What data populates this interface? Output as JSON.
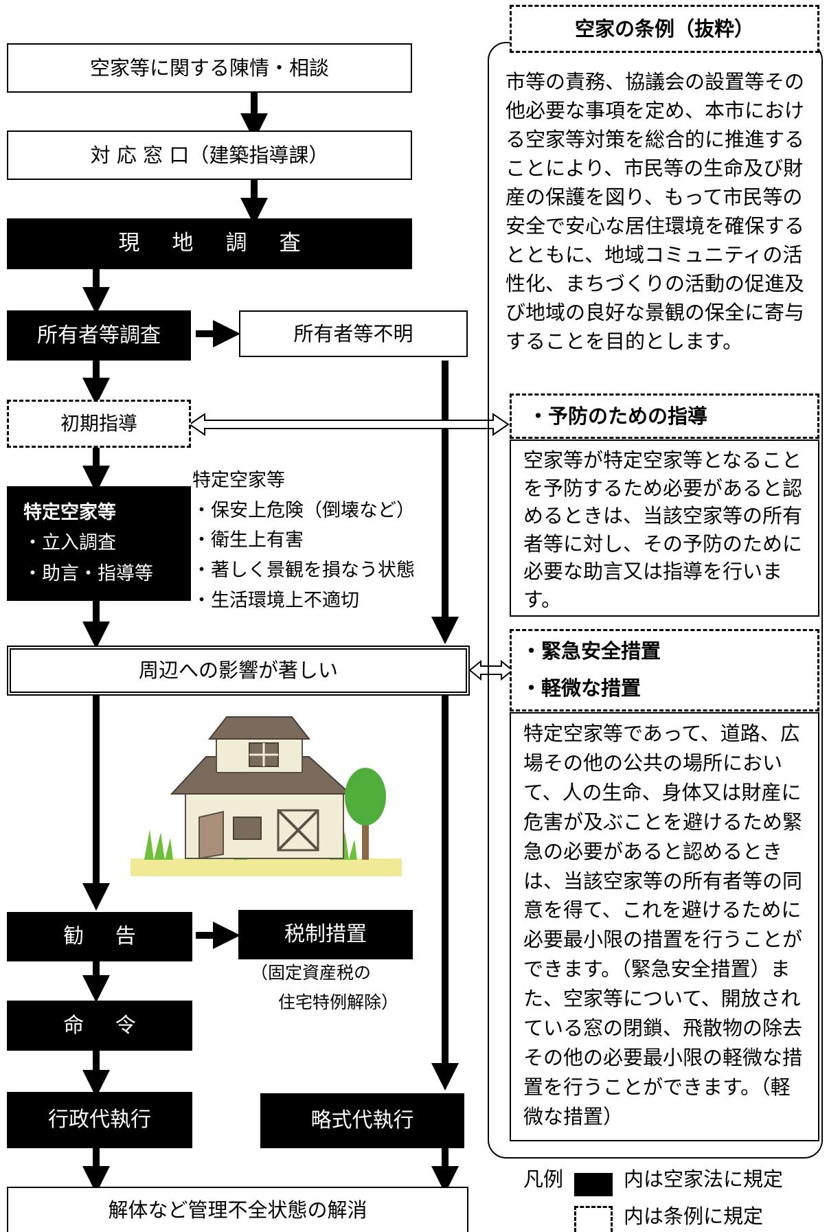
{
  "flow": {
    "consult": "空家等に関する陳情・相談",
    "counter": "対 応 窓 口（建築指導課）",
    "survey": "現 地 調 査",
    "owner_survey": "所有者等調査",
    "owner_unknown": "所有者等不明",
    "initial_guidance": "初期指導",
    "specified": {
      "title": "特定空家等",
      "line1": "・立入調査",
      "line2": "・助言・指導等"
    },
    "criteria": {
      "title": "特定空家等",
      "items": [
        "・保安上危険（倒壊など）",
        "・衛生上有害",
        "・著しく景観を損なう状態",
        "・生活環境上不適切"
      ]
    },
    "significant_impact": "周辺への影響が著しい",
    "recommendation": "勧 告",
    "tax": "税制措置",
    "tax_note_1": "（固定資産税の",
    "tax_note_2": "住宅特例解除）",
    "order": "命 令",
    "admin_execution": "行政代執行",
    "simplified_execution": "略式代執行",
    "resolution": "解体など管理不全状態の解消"
  },
  "ordinance": {
    "title": "空家の条例（抜粋）",
    "purpose": "市等の責務、協議会の設置等その他必要な事項を定め、本市における空家等対策を総合的に推進することにより、市民等の生命及び財産の保護を図り、もって市民等の安全で安心な居住環境を確保するとともに、地域コミュニティの活性化、まちづくりの活動の促進及び地域の良好な景観の保全に寄与することを目的とします。",
    "prevention_title": "・予防のための指導",
    "prevention_text": "空家等が特定空家等となることを予防するため必要があると認めるときは、当該空家等の所有者等に対し、その予防のために必要な助言又は指導を行います。",
    "emergency_title": "・緊急安全措置",
    "minor_title": "・軽微な措置",
    "emergency_text": "特定空家等であって、道路、広場その他の公共の場所において、人の生命、身体又は財産に危害が及ぶことを避けるため緊急の必要があると認めるときは、当該空家等の所有者等の同意を得て、これを避けるために必要最小限の措置を行うことができます。（緊急安全措置）また、空家等について、開放されている窓の閉鎖、飛散物の除去その他の必要最小限の軽微な措置を行うことができます。（軽微な措置）"
  },
  "legend": {
    "label": "凡例",
    "law": "内は空家法に規定",
    "ordinance": "内は条例に規定"
  }
}
